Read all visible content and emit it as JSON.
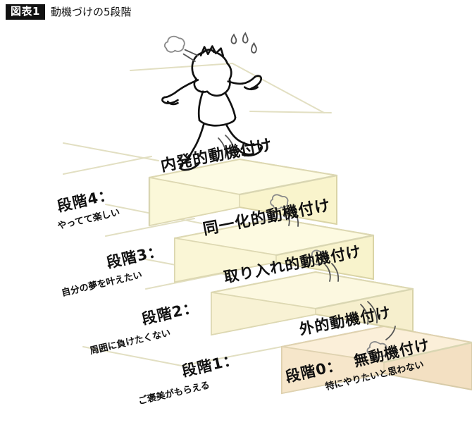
{
  "header": {
    "badge": "図表1",
    "title": "動機づけの5段階"
  },
  "diagram": {
    "type": "staircase-infographic",
    "description": "運動する人物が階段を駆け上がるイラスト付きの5段階モデル",
    "steps": [
      {
        "id": "step-4",
        "label": "内発的動機付け",
        "color": "#f9f6cf",
        "level": 4
      },
      {
        "id": "step-3",
        "label": "同一化的動機付け",
        "color": "#f9f5cd",
        "level": 3
      },
      {
        "id": "step-2",
        "label": "取り入れ的動機付け",
        "color": "#f8f0cd",
        "level": 2
      },
      {
        "id": "step-1",
        "label": "外的動機付け",
        "color": "#f6e3c6",
        "level": 1
      }
    ],
    "stages": [
      {
        "id": "stage-4",
        "title": "段階4：",
        "subtitle": "やってて楽しい"
      },
      {
        "id": "stage-3",
        "title": "段階3：",
        "subtitle": "自分の夢を叶えたい"
      },
      {
        "id": "stage-2",
        "title": "段階2：",
        "subtitle": "周囲に負けたくない"
      },
      {
        "id": "stage-1",
        "title": "段階1：",
        "subtitle": "ご褒美がもらえる"
      },
      {
        "id": "stage-0",
        "title": "段階0：",
        "name": "無動機付け",
        "subtitle": "特にやりたいと思わない"
      }
    ],
    "illustration": {
      "figure": "running-person",
      "effects": [
        "sweat-drops",
        "dust-puff"
      ]
    },
    "colors": {
      "background": "#ffffff",
      "outline": "#d8d5ae",
      "text": "#111111",
      "badge_bg": "#111111",
      "step_top_light": "#fdfbe4",
      "step_bottom_warm": "#f6e3c6"
    }
  }
}
